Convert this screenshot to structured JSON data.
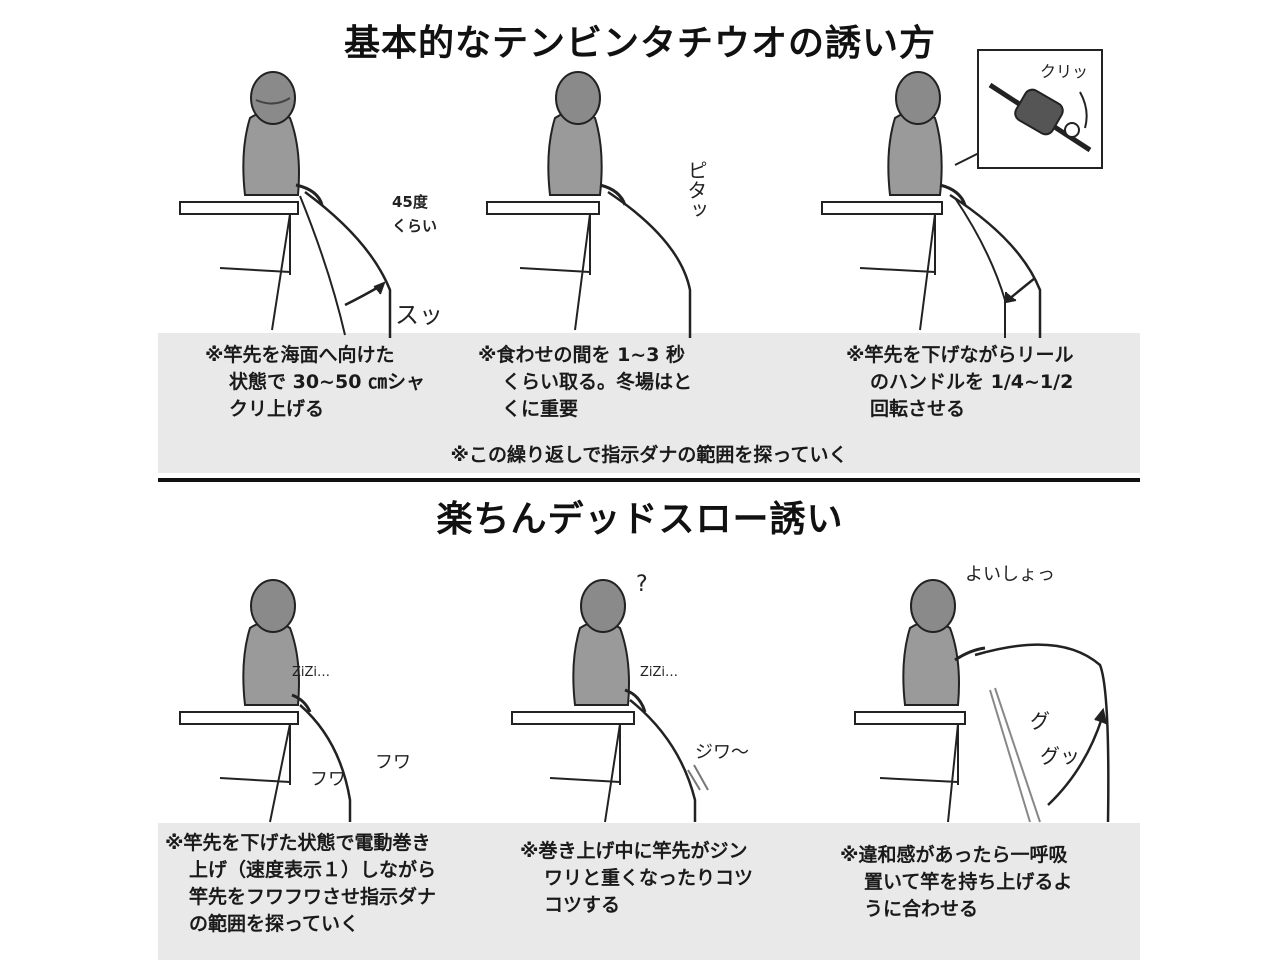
{
  "top": {
    "title": "基本的なテンビンタチウオの誘い方",
    "panels": [
      {
        "annot": [
          "45度",
          "くらい"
        ],
        "sfx": "スッ",
        "caption": [
          "※竿先を海面へ向けた",
          "状態で 30~50 ㎝シャ",
          "クリ上げる"
        ]
      },
      {
        "sfx": "ピタッ",
        "caption": [
          "※食わせの間を 1~3 秒",
          "くらい取る。冬場はと",
          "くに重要"
        ]
      },
      {
        "sfx": "クリッ",
        "caption": [
          "※竿先を下げながらリール",
          "のハンドルを 1/4~1/2",
          "回転させる"
        ]
      }
    ],
    "footer": "※この繰り返しで指示ダナの範囲を探っていく"
  },
  "bottom": {
    "title": "楽ちんデッドスロー誘い",
    "panels": [
      {
        "sfx": [
          "ZiZi…",
          "フワ",
          "フワ"
        ],
        "caption": [
          "※竿先を下げた状態で電動巻き",
          "上げ（速度表示１）しながら",
          "竿先をフワフワさせ指示ダナ",
          "の範囲を探っていく"
        ]
      },
      {
        "sfx": [
          "?",
          "ZiZi…",
          "ジワ～"
        ],
        "caption": [
          "※巻き上げ中に竿先がジン",
          "ワリと重くなったりコツ",
          "コツする"
        ]
      },
      {
        "sfx": [
          "よいしょっ",
          "グ",
          "グッ"
        ],
        "caption": [
          "※違和感があったら一呼吸",
          "置いて竿を持ち上げるよ",
          "うに合わせる"
        ]
      }
    ]
  }
}
